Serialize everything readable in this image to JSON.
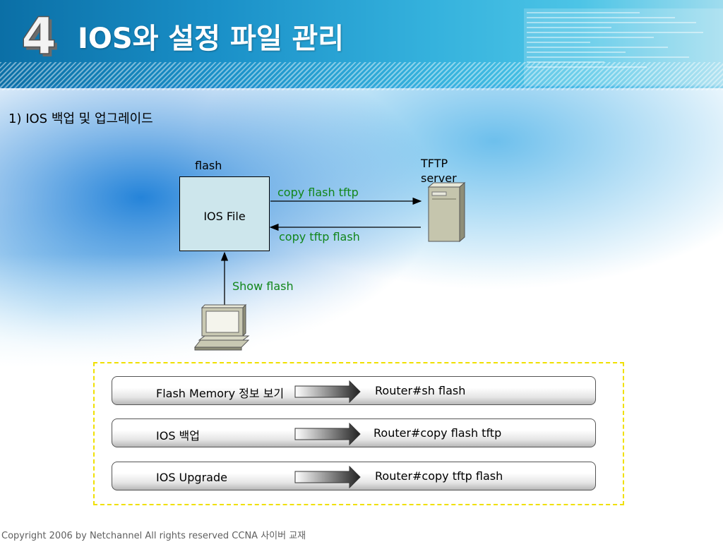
{
  "slide": {
    "number": "4",
    "title": "IOS와 설정 파일 관리",
    "section": "1) IOS 백업 및 업그레이드"
  },
  "diagram": {
    "flash_label": "flash",
    "ios_file": "IOS File",
    "server_label_line1": "TFTP",
    "server_label_line2": "server",
    "copy_to_tftp": "copy flash tftp",
    "copy_from_tftp": "copy tftp flash",
    "show_flash": "Show flash"
  },
  "commands": [
    {
      "label": "Flash Memory 정보 보기",
      "command": "Router#sh flash"
    },
    {
      "label": "IOS 백업",
      "command": "Router#copy flash tftp"
    },
    {
      "label": "IOS Upgrade",
      "command": "Router#copy tftp flash"
    }
  ],
  "footer": "Copyright 2006 by Netchannel All rights reserved CCNA 사이버 교재",
  "colors": {
    "header": "#1a90c8",
    "command_green": "#11861a",
    "highlight_border": "#f0e000",
    "ios_box": "#cde6ec"
  }
}
